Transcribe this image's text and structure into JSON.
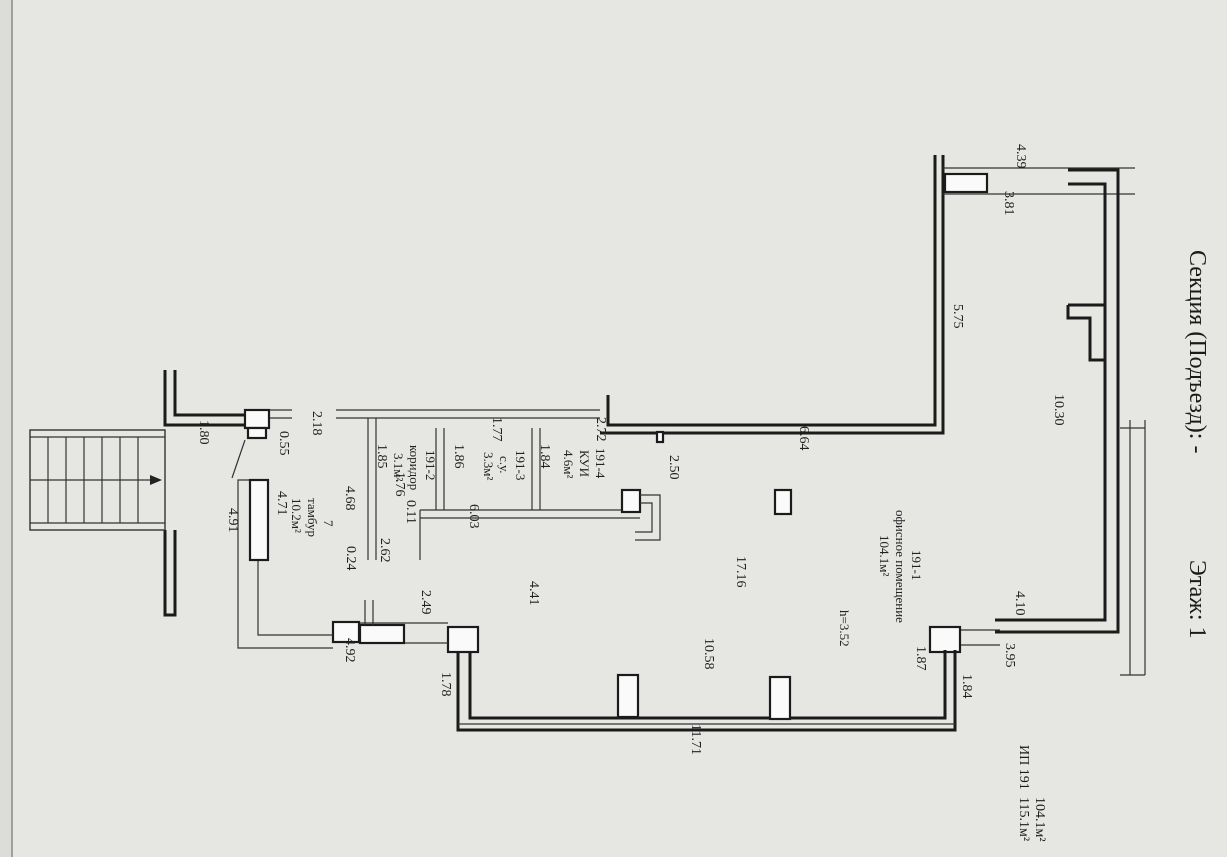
{
  "header": {
    "section_label": "Секция (Подъезд): -",
    "floor_label": "Этаж: 1"
  },
  "footer": {
    "unit": "ИП 191",
    "area_1": "104.1м²",
    "area_2": "115.1м²"
  },
  "rooms": [
    {
      "id": "191-1",
      "name": "офисное помещение",
      "area": "104.1м²",
      "height": "h=3.52"
    },
    {
      "id": "191-2",
      "name": "коридор",
      "area": "3.1м²"
    },
    {
      "id": "191-3",
      "name": "с.у.",
      "area": "3.3м²"
    },
    {
      "id": "191-4",
      "name": "КУИ",
      "area": "4.6м²"
    },
    {
      "id": "7",
      "name": "тамбур",
      "area": "10.2м²"
    }
  ],
  "dimensions": [
    "4.39",
    "3.81",
    "5.75",
    "10.30",
    "6.64",
    "2.72",
    "1.77",
    "2.18",
    "1.80",
    "0.55",
    "4.91",
    "4.71",
    "4.68",
    "1.85",
    "1.86",
    "1.84",
    "1.76",
    "0.11",
    "2.62",
    "0.24",
    "2.50",
    "6.03",
    "4.41",
    "17.16",
    "10.58",
    "2.49",
    "4.92",
    "1.78",
    "11.71",
    "1.87",
    "1.84",
    "4.10",
    "3.95"
  ]
}
